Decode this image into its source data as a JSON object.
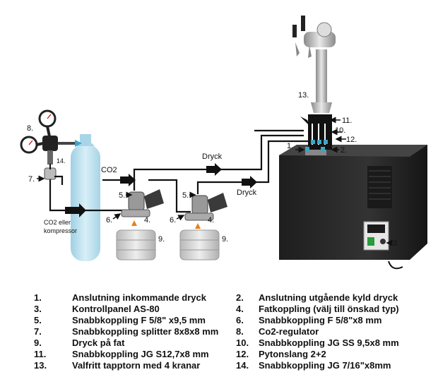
{
  "diagram": {
    "flow_labels": {
      "co2": "CO2",
      "co2_or_compressor_line1": "CO2 eller",
      "co2_or_compressor_line2": "kompressor",
      "dryck_top": "Dryck",
      "dryck_mid": "Dryck"
    },
    "callouts": {
      "c1": "1.",
      "c2": "2.",
      "c3": "3.",
      "c4a": "4.",
      "c4b": "4.",
      "c5a": "5.",
      "c5b": "5.",
      "c6a": "6.",
      "c6b": "6.",
      "c7": "7.",
      "c8": "8.",
      "c9a": "9.",
      "c9b": "9.",
      "c10": "10.",
      "c11": "11.",
      "c12": "12.",
      "c13": "13.",
      "c14": "14."
    },
    "colors": {
      "cooler": "#2a2a2a",
      "co2_tank": "#bfe2ef",
      "pipe": "#111111",
      "keg": "#d9d9d9"
    }
  },
  "legend": {
    "left": [
      {
        "num": "1.",
        "text": "Anslutning inkommande dryck"
      },
      {
        "num": "3.",
        "text": "Kontrollpanel AS-80"
      },
      {
        "num": "5.",
        "text": "Snabbkoppling F 5/8\" x9,5 mm"
      },
      {
        "num": "7.",
        "text": "Snabbkoppling splitter 8x8x8 mm"
      },
      {
        "num": "9.",
        "text": "Dryck på fat"
      },
      {
        "num": "11.",
        "text": "Snabbkoppling JG S12,7x8 mm"
      },
      {
        "num": "13.",
        "text": "Valfritt tapptorn med 4 kranar"
      }
    ],
    "right": [
      {
        "num": "2.",
        "text": "Anslutning utgående kyld dryck"
      },
      {
        "num": "4.",
        "text": "Fatkoppling (välj till önskad typ)"
      },
      {
        "num": "6.",
        "text": "Snabbkoppling F 5/8\"x8 mm"
      },
      {
        "num": "8.",
        "text": "Co2-regulator"
      },
      {
        "num": "10.",
        "text": "Snabbkoppling JG SS 9,5x8 mm"
      },
      {
        "num": "12.",
        "text": "Pytonslang 2+2"
      },
      {
        "num": "14.",
        "text": "Snabbkoppling JG 7/16\"x8mm"
      }
    ]
  }
}
